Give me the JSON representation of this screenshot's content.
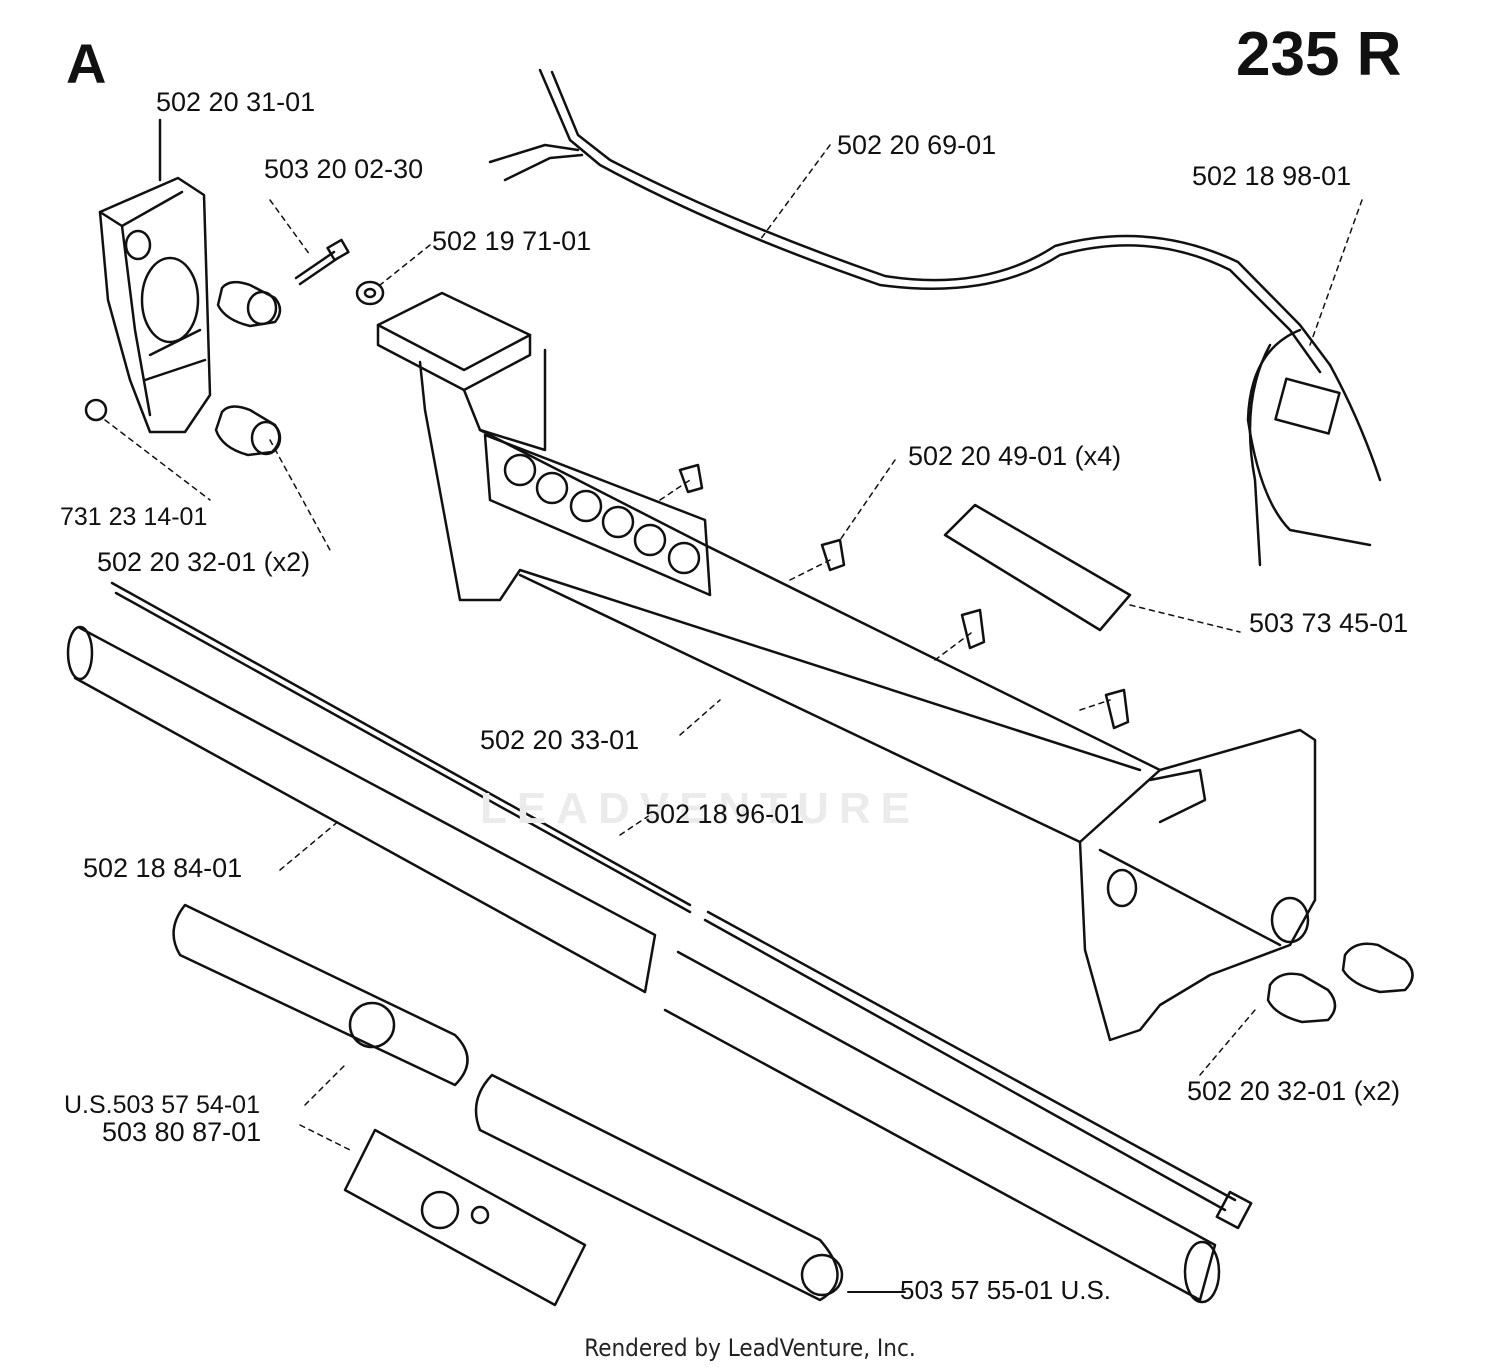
{
  "header": {
    "section": "A",
    "model": "235 R"
  },
  "labels": {
    "handle_housing": "502 20 31-01",
    "screw": "503 20 02-30",
    "cable": "502 20 69-01",
    "switch_harness": "502 18 98-01",
    "nut": "502 19 71-01",
    "clip": "502 20 49-01 (x4)",
    "nut_left": "731 23 14-01",
    "plug_left": "502 20 32-01 (x2)",
    "decal": "503 73 45-01",
    "handle_tube": "502 20 33-01",
    "drive_shaft": "502 18 96-01",
    "shaft_tube": "502 18 84-01",
    "plug_right": "502 20 32-01 (x2)",
    "label_us": "U.S.503 57 54-01",
    "label_sign": "503 80 87-01",
    "label_tube": "503 57 55-01 U.S."
  },
  "watermark": "LEADVENTURE",
  "footer": "Rendered by LeadVenture, Inc."
}
